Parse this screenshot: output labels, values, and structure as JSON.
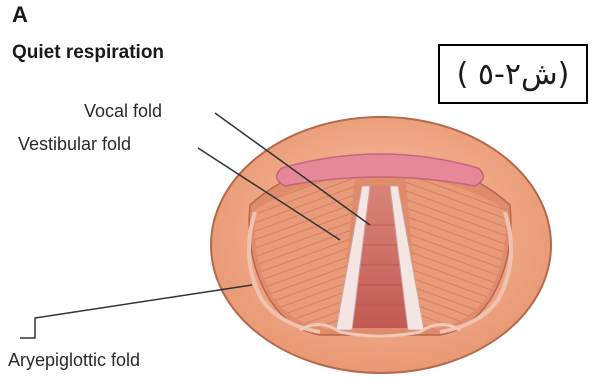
{
  "figure": {
    "letter": "A",
    "subtitle": "Quiet respiration",
    "reference_label": "(ش٢-٥ )"
  },
  "labels": {
    "vocal_fold": "Vocal fold",
    "vestibular_fold": "Vestibular fold",
    "aryepiglottic_fold": "Aryepiglottic fold"
  },
  "colors": {
    "tissue_outer": "#f3b493",
    "tissue_main": "#e89a78",
    "muscle_stripe": "#d9825f",
    "vocal_fold": "#f4e4e2",
    "glottis": "#cc6a62",
    "epiglottis": "#e7889a",
    "leader_line": "#333333"
  }
}
